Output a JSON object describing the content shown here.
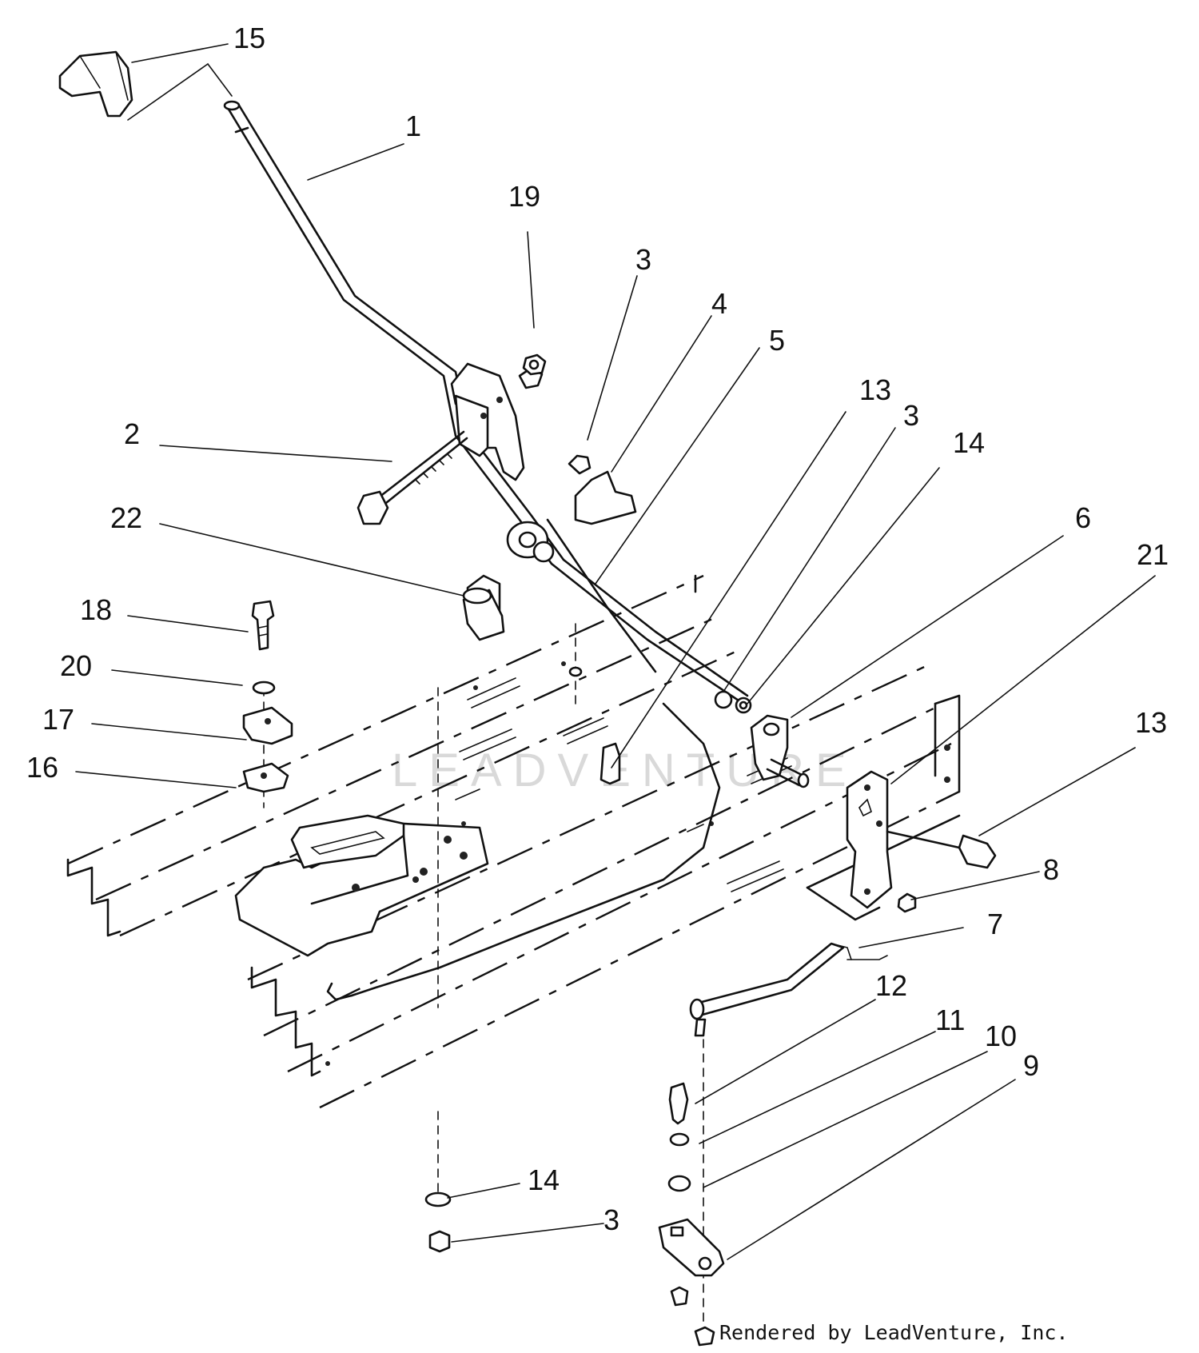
{
  "labels": [
    {
      "id": "15a",
      "text": "15"
    },
    {
      "id": "1",
      "text": "1"
    },
    {
      "id": "19",
      "text": "19"
    },
    {
      "id": "3a",
      "text": "3"
    },
    {
      "id": "4",
      "text": "4"
    },
    {
      "id": "5",
      "text": "5"
    },
    {
      "id": "13a",
      "text": "13"
    },
    {
      "id": "3b",
      "text": "3"
    },
    {
      "id": "14a",
      "text": "14"
    },
    {
      "id": "2",
      "text": "2"
    },
    {
      "id": "22",
      "text": "22"
    },
    {
      "id": "6",
      "text": "6"
    },
    {
      "id": "21",
      "text": "21"
    },
    {
      "id": "18",
      "text": "18"
    },
    {
      "id": "20",
      "text": "20"
    },
    {
      "id": "17",
      "text": "17"
    },
    {
      "id": "16",
      "text": "16"
    },
    {
      "id": "13b",
      "text": "13"
    },
    {
      "id": "8",
      "text": "8"
    },
    {
      "id": "7",
      "text": "7"
    },
    {
      "id": "12",
      "text": "12"
    },
    {
      "id": "11",
      "text": "11"
    },
    {
      "id": "10",
      "text": "10"
    },
    {
      "id": "9",
      "text": "9"
    },
    {
      "id": "14b",
      "text": "14"
    },
    {
      "id": "3c",
      "text": "3"
    }
  ],
  "credit": "Rendered by LeadVenture, Inc.",
  "watermark": "LEADVENTURE"
}
